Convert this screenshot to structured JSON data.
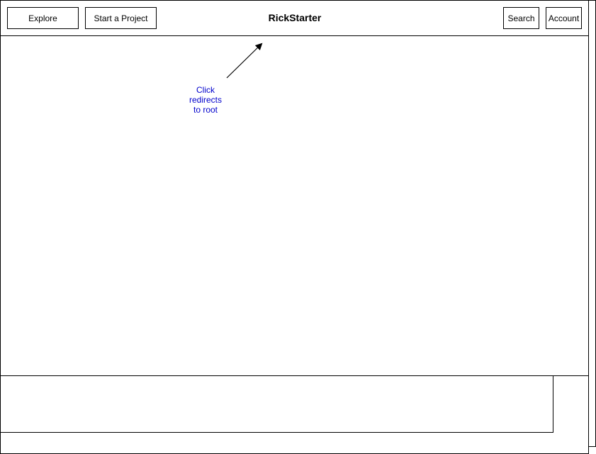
{
  "header": {
    "explore_label": "Explore",
    "start_project_label": "Start a Project",
    "brand": "RickStarter",
    "search_label": "Search",
    "account_label": "Account"
  },
  "annotation": {
    "text": "Click\nredirects\nto root",
    "color": "#0000cc"
  }
}
